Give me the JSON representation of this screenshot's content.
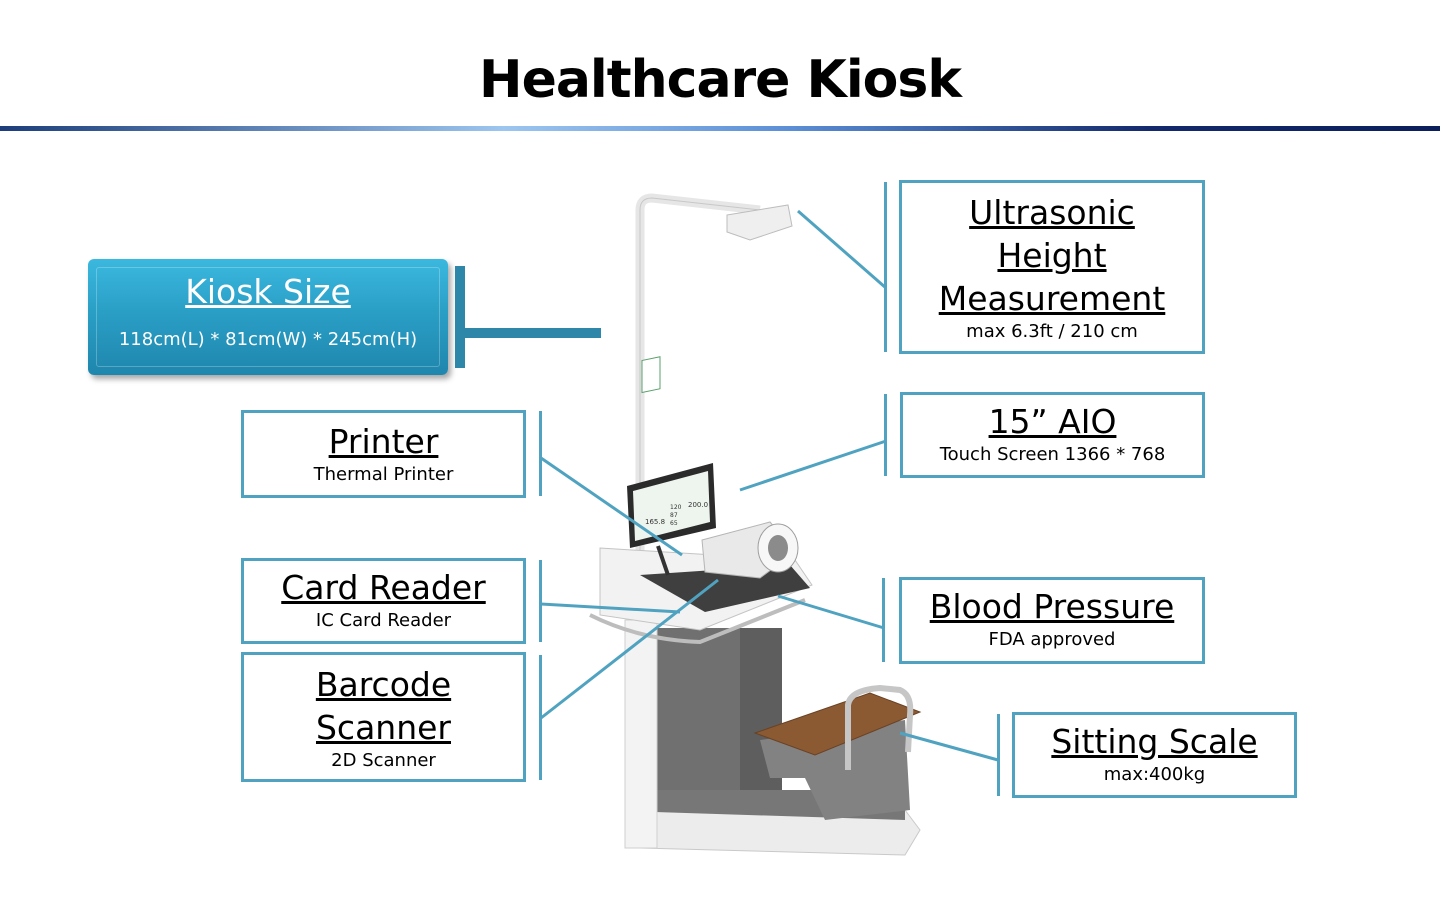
{
  "title": "Healthcare Kiosk",
  "kiosk_size": {
    "heading": "Kiosk Size",
    "dims": "118cm(L) * 81cm(W) * 245cm(H)"
  },
  "callouts": {
    "height": {
      "heading_lines": [
        "Ultrasonic",
        "Height",
        "Measurement"
      ],
      "sub": "max 6.3ft / 210 cm"
    },
    "aio": {
      "heading": "15” AIO",
      "sub": "Touch Screen 1366 * 768"
    },
    "printer": {
      "heading": "Printer",
      "sub": "Thermal Printer"
    },
    "card_reader": {
      "heading": "Card Reader",
      "sub": "IC Card Reader"
    },
    "barcode": {
      "heading_lines": [
        "Barcode",
        "Scanner"
      ],
      "sub": "2D Scanner"
    },
    "blood_pressure": {
      "heading": "Blood Pressure",
      "sub": "FDA approved"
    },
    "scale": {
      "heading": "Sitting Scale",
      "sub": "max:400kg"
    }
  },
  "screen_readouts": [
    "165.8",
    "120",
    "87",
    "65",
    "200.0"
  ],
  "colors": {
    "accent": "#4fa3c0",
    "panel": "#2a9fc6",
    "rule_dark": "#13296b"
  }
}
